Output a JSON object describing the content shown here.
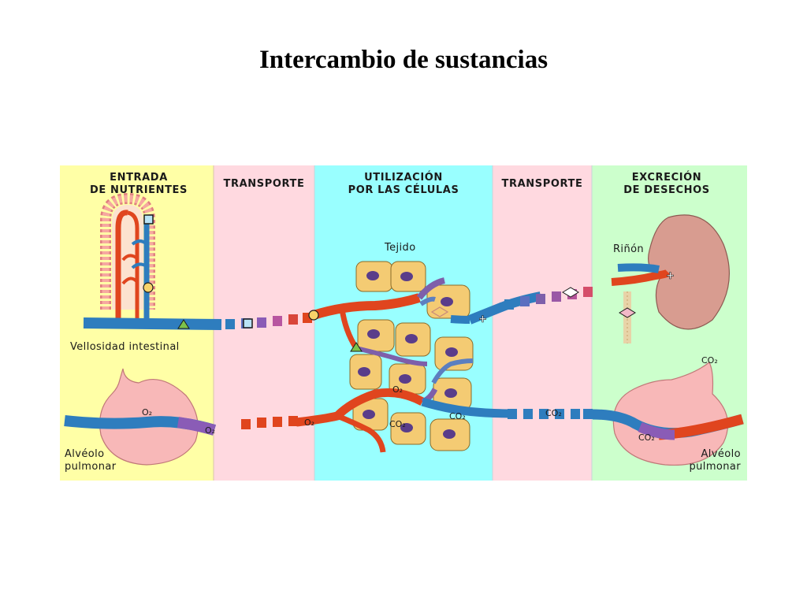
{
  "title": "Intercambio de sustancias",
  "panels": {
    "entrada": {
      "line1": "ENTRADA",
      "line2": "DE NUTRIENTES",
      "color": "#FFFFA6"
    },
    "transporte1": {
      "line1": "TRANSPORTE",
      "color": "#FFD9E0"
    },
    "utilizacion": {
      "line1": "UTILIZACIÓN",
      "line2": "POR LAS CÉLULAS",
      "color": "#99FFFF"
    },
    "transporte2": {
      "line1": "TRANSPORTE",
      "color": "#FFD9E0"
    },
    "excrecion": {
      "line1": "EXCRECIÓN",
      "line2": "DE DESECHOS",
      "color": "#CCFFCC"
    }
  },
  "labels": {
    "vellosidad": "Vellosidad intestinal",
    "tejido": "Tejido",
    "rinon": "Riñón",
    "alveolo_left_1": "Alvéolo",
    "alveolo_left_2": "pulmonar",
    "alveolo_right_1": "Alvéolo",
    "alveolo_right_2": "pulmonar"
  },
  "gases": {
    "o2_a": "O₂",
    "o2_b": "O₂",
    "o2_c": "O₂",
    "o2_d": "O₂",
    "co2_a": "CO₂",
    "co2_b": "CO₂",
    "co2_c": "CO₂",
    "co2_d": "CO₂",
    "co2_e": "CO₂"
  },
  "colors": {
    "artery": "#E0451E",
    "vein": "#2E7DBE",
    "cell": "#F4CB73",
    "nucleus": "#5A3D8A",
    "tissue_bg": "#99FFFF"
  }
}
